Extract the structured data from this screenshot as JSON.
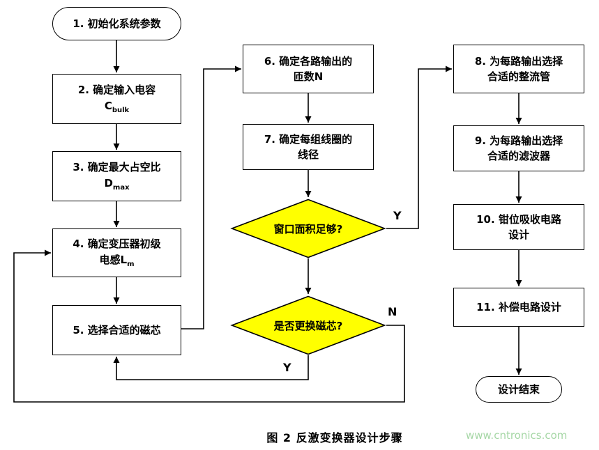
{
  "figure": {
    "nodes": {
      "n1": {
        "label": "1. 初始化系统参数"
      },
      "n2": {
        "line1": "2. 确定输入电容",
        "symbol": "C",
        "subscript": "bulk"
      },
      "n3": {
        "line1": "3. 确定最大占空比",
        "symbol": "D",
        "subscript": "max"
      },
      "n4": {
        "line1": "4. 确定变压器初级",
        "symbol": "电感L",
        "subscript": "m"
      },
      "n5": {
        "label": "5. 选择合适的磁芯"
      },
      "n6": {
        "line1": "6. 确定各路输出的",
        "line2": "匝数N"
      },
      "n7": {
        "line1": "7. 确定每组线圈的",
        "line2": "线径"
      },
      "d1": {
        "label": "窗口面积足够?"
      },
      "d2": {
        "label": "是否更换磁芯?"
      },
      "n8": {
        "line1": "8. 为每路输出选择",
        "line2": "合适的整流管"
      },
      "n9": {
        "line1": "9. 为每路输出选择",
        "line2": "合适的滤波器"
      },
      "n10": {
        "line1": "10. 钳位吸收电路",
        "line2": "设计"
      },
      "n11": {
        "label": "11. 补偿电路设计"
      },
      "end": {
        "label": "设计结束"
      }
    },
    "branch_labels": {
      "window_yes": "Y",
      "change_core_no": "N",
      "change_core_yes": "Y"
    },
    "colors": {
      "decision_fill": "#FFFF00",
      "stroke": "#000000",
      "watermark": "#A6D7A6"
    }
  },
  "caption": "图 2 反激变换器设计步骤",
  "watermark": "www.cntronics.com"
}
